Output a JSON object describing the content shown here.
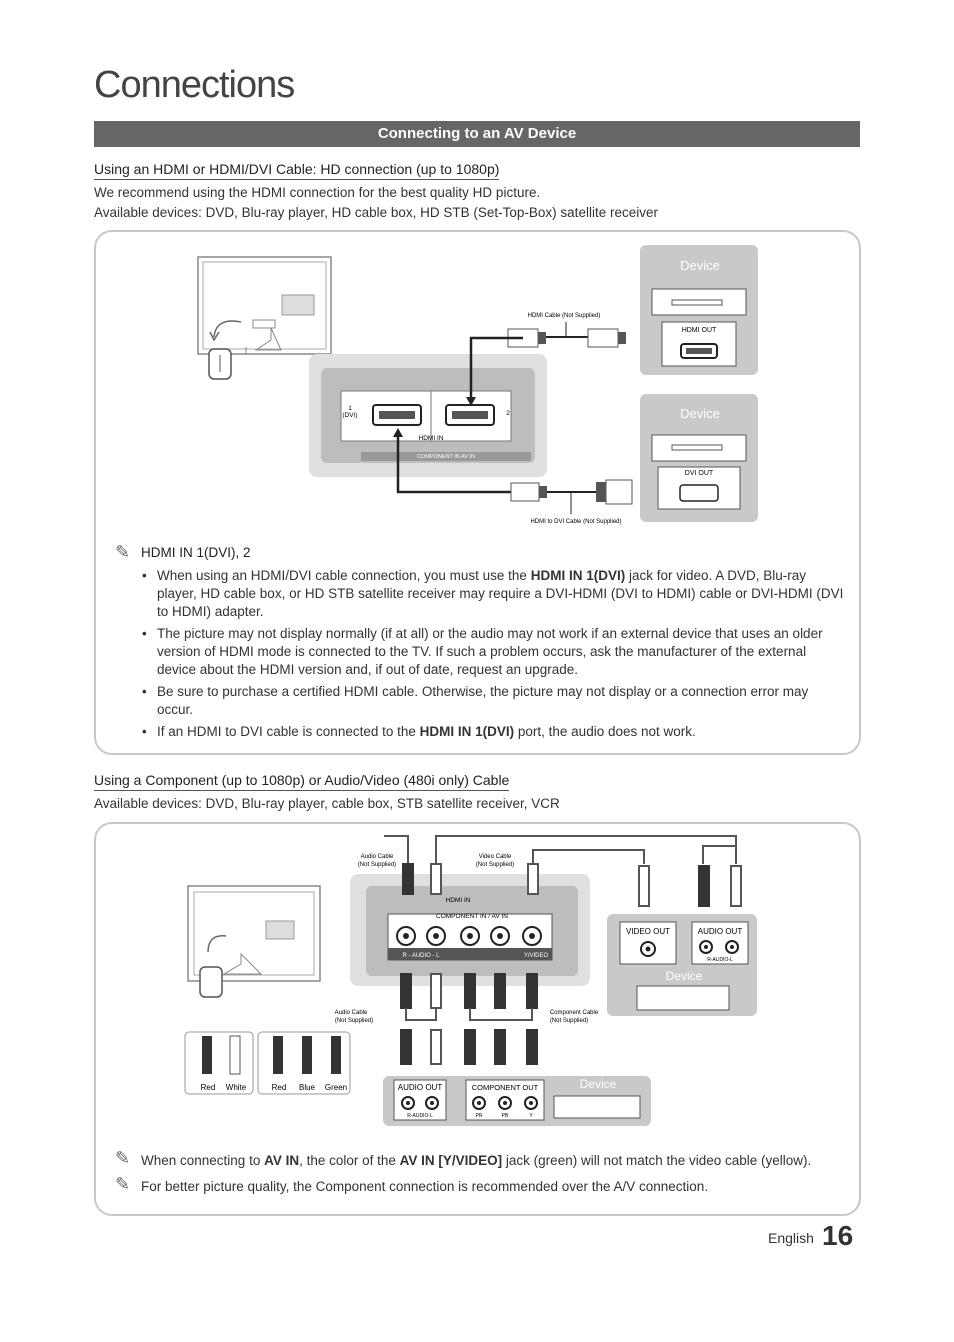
{
  "page": {
    "title": "Connections",
    "section_title": "Connecting to an AV Device",
    "language": "English",
    "page_number": "16"
  },
  "hdmi": {
    "subhead": "Using an HDMI or HDMI/DVI Cable: HD connection (up to 1080p)",
    "intro1": "We recommend using the HDMI connection for the best quality HD picture.",
    "intro2": "Available devices: DVD, Blu-ray player, HD cable box, HD STB (Set-Top-Box) satellite receiver",
    "diagram": {
      "device1_label": "Device",
      "device1_port": "HDMI OUT",
      "device2_label": "Device",
      "device2_port": "DVI OUT",
      "cable1": "HDMI Cable (Not Supplied)",
      "cable2": "HDMI to DVI Cable (Not Supplied)",
      "tv_port1": "1\n(DVI)",
      "tv_port1_a": "1",
      "tv_port1_b": "(DVI)",
      "tv_port2": "2",
      "tv_panel_label": "HDMI IN",
      "tv_panel_sub": "COMPONENT IN   AV IN"
    },
    "note_head": "HDMI IN 1(DVI), 2",
    "bullets": [
      {
        "pre": "When using an HDMI/DVI cable connection, you must use the ",
        "bold": "HDMI IN 1(DVI)",
        "post": " jack for video. A DVD, Blu-ray player, HD cable box, or HD STB satellite receiver may require a DVI-HDMI (DVI to HDMI) cable or DVI-HDMI (DVI to HDMI) adapter."
      },
      {
        "pre": "The picture may not display normally (if at all) or the audio may not work if an external device that uses an older version of HDMI mode is connected to the TV. If such a problem occurs, ask the manufacturer of the external device about the HDMI version and, if out of date, request an upgrade.",
        "bold": "",
        "post": ""
      },
      {
        "pre": "Be sure to purchase a certified HDMI cable. Otherwise, the picture may not display or a connection error may occur.",
        "bold": "",
        "post": ""
      },
      {
        "pre": "If an HDMI to DVI cable is connected to the ",
        "bold": "HDMI IN 1(DVI)",
        "post": " port, the audio does not work."
      }
    ]
  },
  "component": {
    "subhead": "Using a Component (up to 1080p) or Audio/Video (480i only) Cable",
    "intro": "Available devices: DVD, Blu-ray player, cable box, STB satellite receiver, VCR",
    "diagram": {
      "audio_cable_top": "Audio Cable\n(Not Supplied)",
      "audio_cable_top_a": "Audio Cable",
      "audio_cable_top_b": "(Not Supplied)",
      "video_cable_top_a": "Video Cable",
      "video_cable_top_b": "(Not Supplied)",
      "hdmi_in": "HDMI IN",
      "panel_title": "COMPONENT IN / AV IN",
      "panel_audio": "R - AUDIO - L",
      "panel_video": "Y/VIDEO",
      "audio_cable_bottom_a": "Audio Cable",
      "audio_cable_bottom_b": "(Not Supplied)",
      "component_cable_a": "Component Cable",
      "component_cable_b": "(Not Supplied)",
      "device_right_label": "Device",
      "video_out": "VIDEO OUT",
      "audio_out": "AUDIO OUT",
      "r_audio_l": "R-AUDIO-L",
      "device_bottom_label": "Device",
      "audio_out_b": "AUDIO OUT",
      "component_out": "COMPONENT OUT",
      "r_audio_l_b": "R-AUDIO-L",
      "pr": "PR",
      "pb": "PB",
      "y": "Y",
      "legend": [
        "Red",
        "White",
        "Red",
        "Blue",
        "Green"
      ]
    },
    "note1": {
      "pre": "When connecting to ",
      "b1": "AV IN",
      "mid": ", the color of the ",
      "b2": "AV IN [Y/VIDEO]",
      "post": " jack (green) will not match the video cable (yellow)."
    },
    "note2": "For better picture quality, the Component connection is recommended over the A/V connection."
  },
  "colors": {
    "section_bar": "#666666",
    "panel_border": "#c8c8c8",
    "device_box": "#c9c9c9"
  }
}
